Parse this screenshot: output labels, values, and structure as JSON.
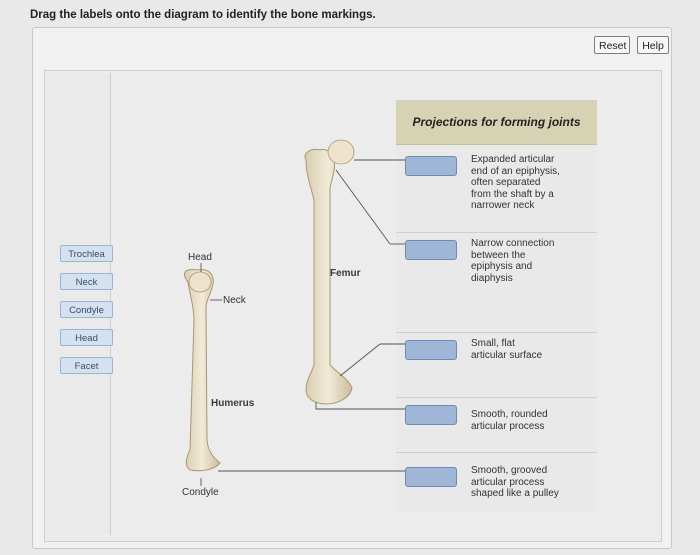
{
  "instruction": "Drag the labels onto the diagram to identify the bone markings.",
  "buttons": {
    "reset": "Reset",
    "help": "Help"
  },
  "label_bank": [
    "Trochlea",
    "Neck",
    "Condyle",
    "Head",
    "Facet"
  ],
  "diagram_labels": {
    "head": "Head",
    "neck": "Neck",
    "humerus": "Humerus",
    "femur": "Femur",
    "condyle": "Condyle"
  },
  "table": {
    "header": "Projections for forming joints",
    "rows": [
      {
        "desc": [
          "Expanded articular",
          "end of an epiphysis,",
          "often separated",
          "from the shaft by a",
          "narrower neck"
        ]
      },
      {
        "desc": [
          "Narrow connection",
          "between the",
          "epiphysis and",
          "diaphysis"
        ]
      },
      {
        "desc": [
          "Small, flat",
          "articular surface"
        ]
      },
      {
        "desc": [
          "Smooth, rounded",
          "articular process"
        ]
      },
      {
        "desc": [
          "Smooth, grooved",
          "articular process",
          "shaped like a pulley"
        ]
      }
    ]
  }
}
